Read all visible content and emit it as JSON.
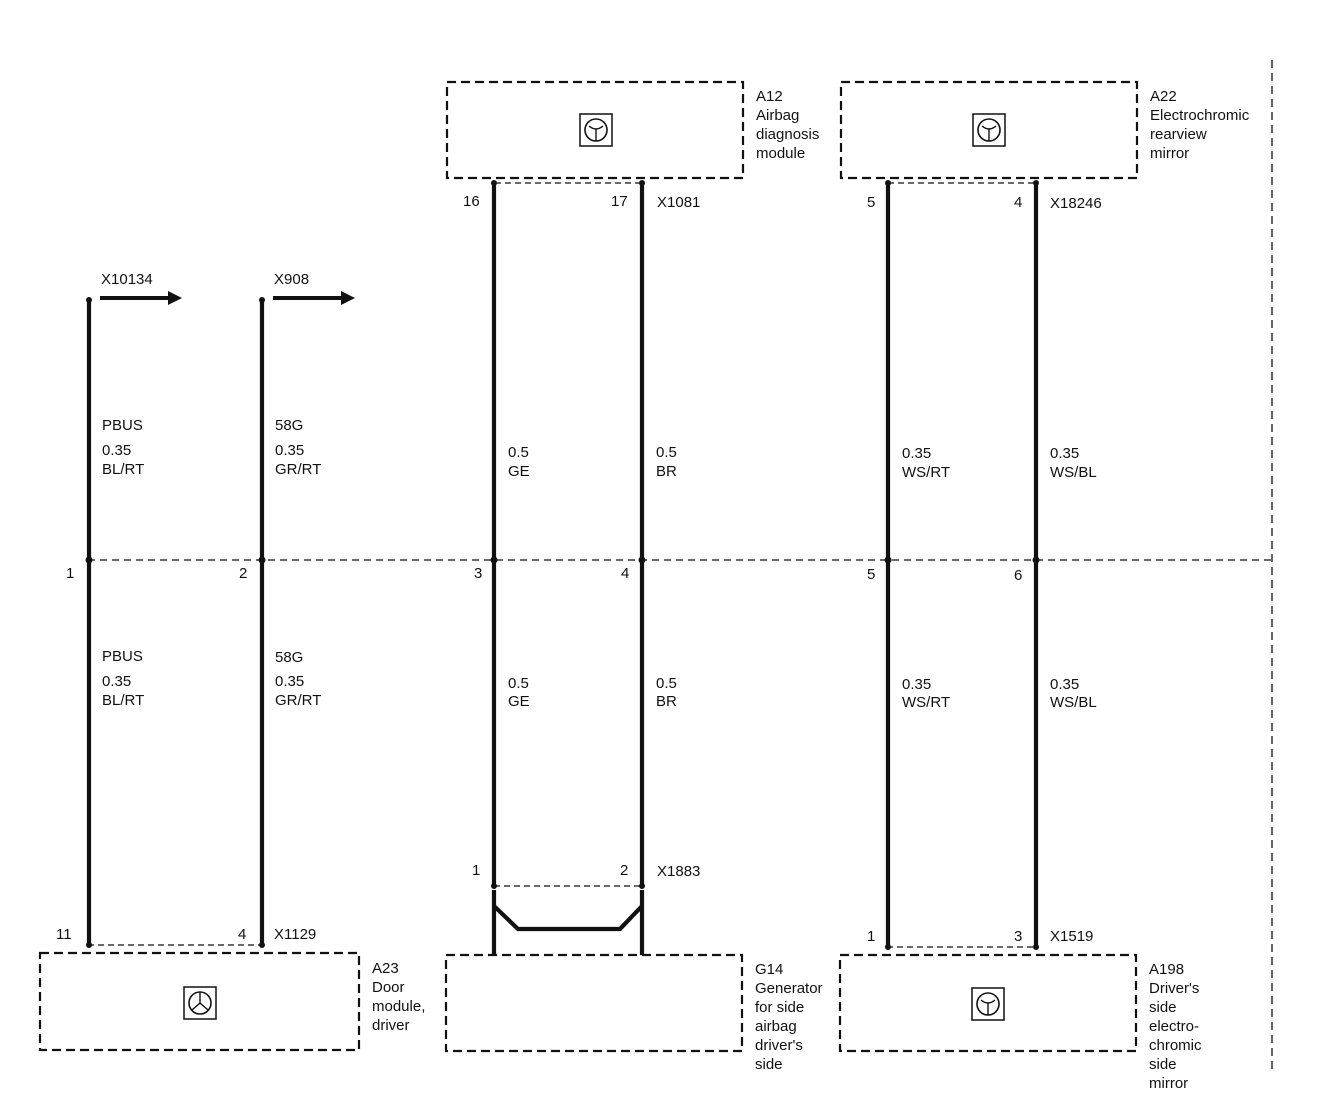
{
  "modules": {
    "a12": {
      "id": "A12",
      "lines": [
        "Airbag",
        "diagnosis",
        "module"
      ]
    },
    "a22": {
      "id": "A22",
      "lines": [
        "Electrochromic",
        "rearview",
        "mirror"
      ]
    },
    "a23": {
      "id": "A23",
      "lines": [
        "Door",
        "module,",
        "driver"
      ]
    },
    "g14": {
      "id": "G14",
      "lines": [
        "Generator",
        "for side",
        "airbag",
        "driver's",
        "side"
      ]
    },
    "a198": {
      "id": "A198",
      "lines": [
        "Driver's",
        "side",
        "electro-",
        "chromic",
        "side",
        "mirror"
      ]
    }
  },
  "connectors": {
    "x1081": "X1081",
    "x18246": "X18246",
    "x10134": "X10134",
    "x908": "X908",
    "x1883": "X1883",
    "x1129": "X1129",
    "x1519": "X1519"
  },
  "pins": {
    "a12_left": "16",
    "a12_right": "17",
    "a22_left": "5",
    "a22_right": "4",
    "split": [
      "1",
      "2",
      "3",
      "4",
      "5",
      "6"
    ],
    "x1883_left": "1",
    "x1883_right": "2",
    "x1129_left": "11",
    "x1129_right": "4",
    "x1519_left": "1",
    "x1519_right": "3"
  },
  "wires": [
    {
      "signal": "PBUS",
      "size": "0.35",
      "color": "BL/RT"
    },
    {
      "signal": "58G",
      "size": "0.35",
      "color": "GR/RT"
    },
    {
      "signal": "",
      "size": "0.5",
      "color": "GE"
    },
    {
      "signal": "",
      "size": "0.5",
      "color": "BR"
    },
    {
      "signal": "",
      "size": "0.35",
      "color": "WS/RT"
    },
    {
      "signal": "",
      "size": "0.35",
      "color": "WS/BL"
    }
  ],
  "icons": {
    "a12": "steering-wheel-icon",
    "a22": "steering-wheel-icon",
    "a23": "steering-wheel-icon",
    "a198": "steering-wheel-icon"
  }
}
